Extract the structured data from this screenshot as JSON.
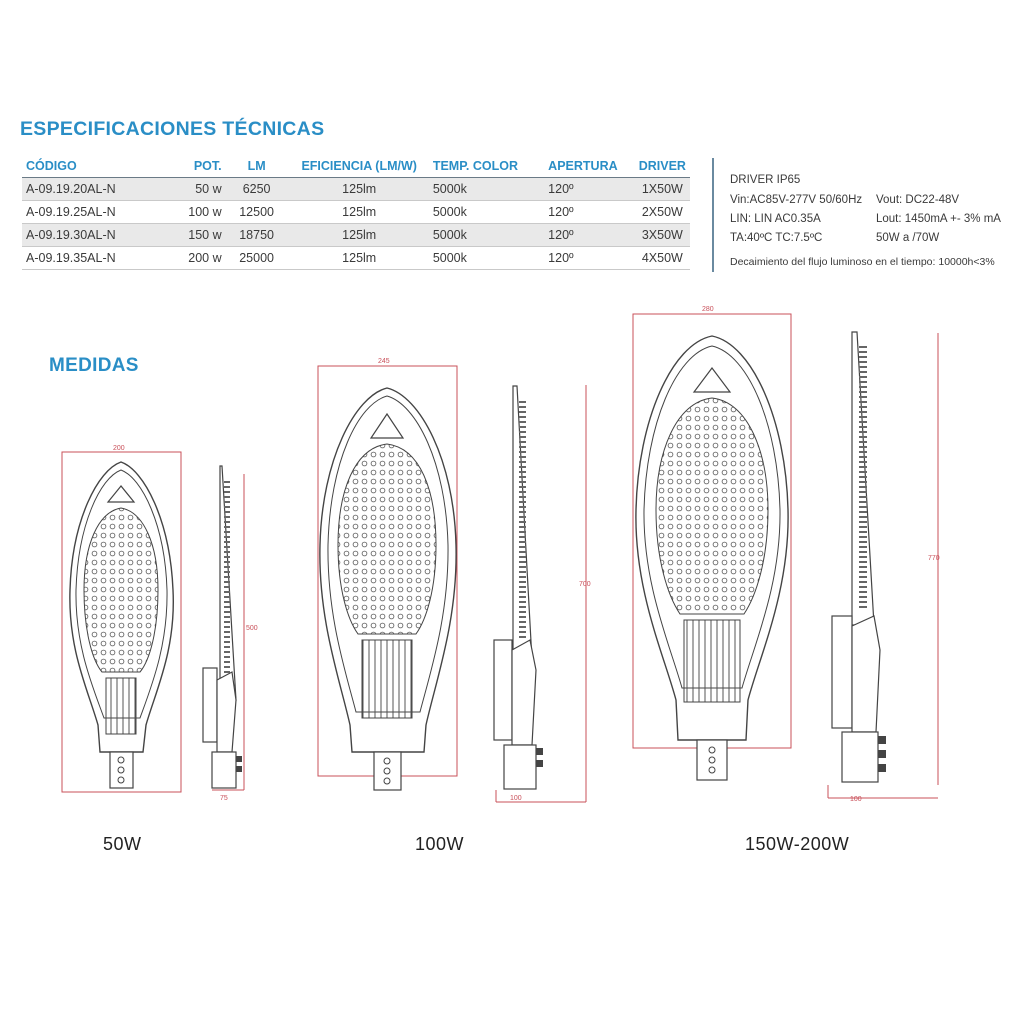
{
  "spec_title": "ESPECIFICACIONES TÉCNICAS",
  "headers": [
    "CÓDIGO",
    "POT.",
    "LM",
    "EFICIENCIA (LM/W)",
    "TEMP. COLOR",
    "APERTURA",
    "DRIVER"
  ],
  "rows": [
    [
      "A-09.19.20AL-N",
      "50 w",
      "6250",
      "125lm",
      "5000k",
      "120º",
      "1X50W"
    ],
    [
      "A-09.19.25AL-N",
      "100 w",
      "12500",
      "125lm",
      "5000k",
      "120º",
      "2X50W"
    ],
    [
      "A-09.19.30AL-N",
      "150 w",
      "18750",
      "125lm",
      "5000k",
      "120º",
      "3X50W"
    ],
    [
      "A-09.19.35AL-N",
      "200 w",
      "25000",
      "125lm",
      "5000k",
      "120º",
      "4X50W"
    ]
  ],
  "driver": {
    "title": "DRIVER IP65",
    "vin": "Vin:AC85V-277V 50/60Hz",
    "vout": "Vout: DC22-48V",
    "lin": "LIN: LIN AC0.35A",
    "lout": "Lout: 1450mA +- 3% mA",
    "ta": "TA:40ºC TC:7.5ºC",
    "power": "50W a /70W",
    "decay": "Decaimiento del flujo luminoso en el tiempo: 10000h<3%"
  },
  "medidas_title": "MEDIDAS",
  "models": [
    {
      "caption": "50W",
      "width_dim": "200",
      "height_dim": "500",
      "depth_dim": "75"
    },
    {
      "caption": "100W",
      "width_dim": "245",
      "height_dim": "700",
      "depth_dim": "100"
    },
    {
      "caption": "150W-200W",
      "width_dim": "280",
      "height_dim": "770",
      "depth_dim": "100"
    }
  ],
  "colors": {
    "accent": "#2a8ec6",
    "dimension": "#c9505a",
    "line": "#444444"
  }
}
